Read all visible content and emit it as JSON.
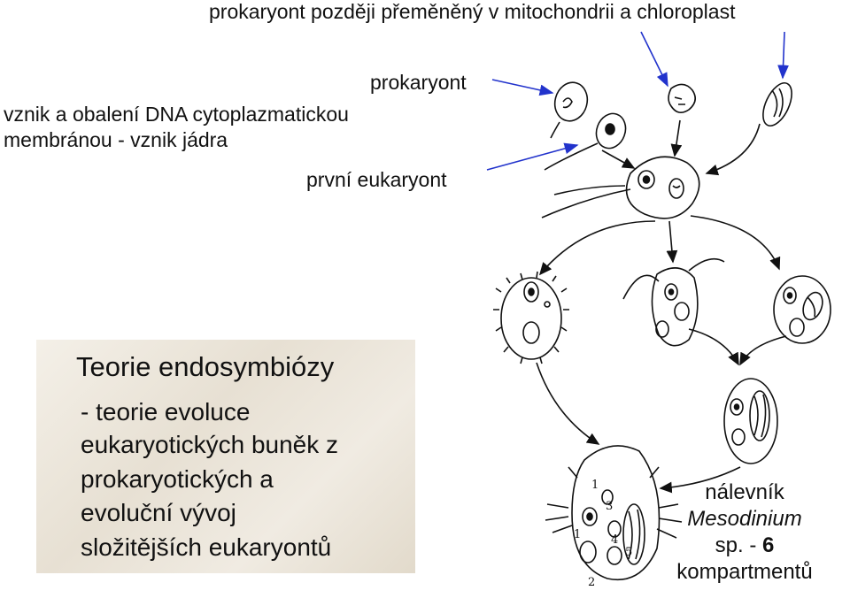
{
  "labels": {
    "top_caption": "prokaryont později přeměněný v mitochondrii a chloroplast",
    "line1": "vznik a obalení DNA cytoplazmatickou",
    "line2": "membránou - vznik jádra",
    "prokaryont": "prokaryont",
    "prvni_eukaryont": "první eukaryont"
  },
  "text_box": {
    "title": "Teorie endosymbiózy",
    "lines": [
      "- teorie evoluce",
      "eukaryotických buněk z",
      "prokaryotických a",
      "evoluční vývoj",
      "složitějších eukaryontů"
    ]
  },
  "caption": {
    "line1": "nálevník",
    "line2": "Mesodinium",
    "line3_prefix": "sp. - ",
    "line3_bold": "6",
    "line4": "kompartmentů"
  },
  "figure_numbers": [
    "1",
    "1",
    "2",
    "3",
    "4",
    "5"
  ],
  "colors": {
    "pointer_arrow": "#2233cc",
    "drawing": "#111111",
    "box_bg": "#ece6dc"
  }
}
